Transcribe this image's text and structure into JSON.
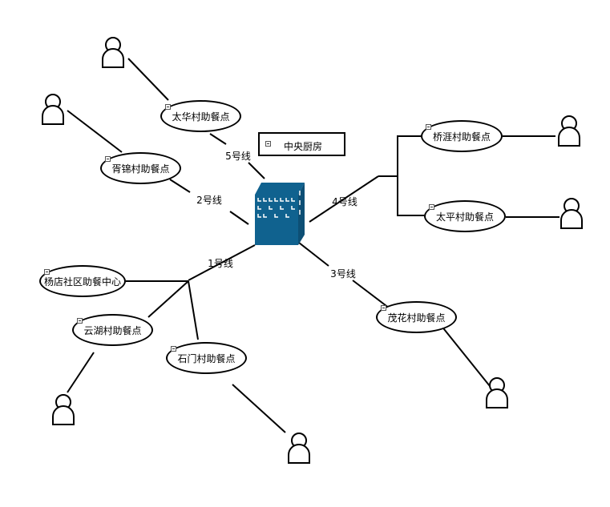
{
  "legend": {
    "label": "中央厨房"
  },
  "lines": {
    "l1": "1号线",
    "l2": "2号线",
    "l3": "3号线",
    "l4": "4号线",
    "l5": "5号线"
  },
  "nodes": {
    "taihua": "太华村助餐点",
    "xujin": "胥锦村助餐点",
    "qiaoya": "桥涯村助餐点",
    "taiping": "太平村助餐点",
    "yangdian": "杨店社区助餐中心",
    "yunhu": "云湖村助餐点",
    "shimen": "石门村助餐点",
    "maohua": "茂花村助餐点"
  },
  "colors": {
    "building": "#10628f",
    "line": "#000000"
  },
  "icons": {
    "person": "person-icon",
    "building": "central-kitchen-building-icon",
    "collapse": "collapse-box-icon"
  }
}
